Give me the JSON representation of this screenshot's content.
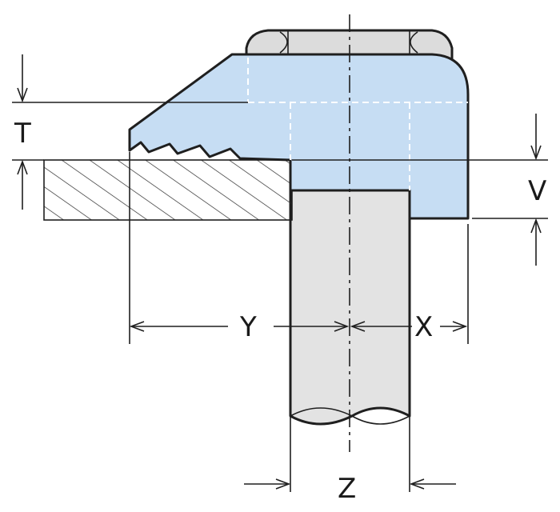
{
  "diagram": {
    "labels": {
      "t": "T",
      "v": "V",
      "y": "Y",
      "x": "X",
      "z": "Z"
    },
    "colors": {
      "weld": "#c6ddf3",
      "stud": "#e3e3e3",
      "hex": "#dcdcdc",
      "line": "#1f1f1f",
      "hatch_bg": "#ffffff"
    }
  }
}
